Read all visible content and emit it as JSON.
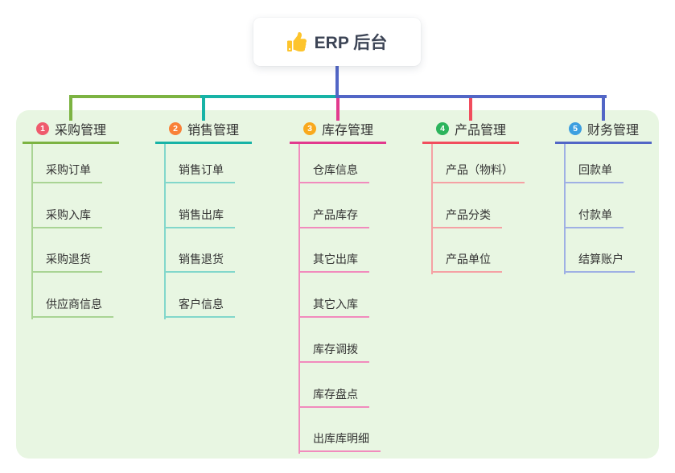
{
  "root": {
    "icon": "thumbs-up-icon",
    "title": "ERP 后台"
  },
  "panel_color": "#e8f6e2",
  "connector": {
    "stem_color": "#5266c6"
  },
  "branches": [
    {
      "num": "1",
      "label": "采购管理",
      "badge_color": "#ef5b6d",
      "line_color": "#7cb342",
      "light_color": "#a9d494",
      "children": [
        "采购订单",
        "采购入库",
        "采购退货",
        "供应商信息"
      ]
    },
    {
      "num": "2",
      "label": "销售管理",
      "badge_color": "#f98138",
      "line_color": "#17b3a6",
      "light_color": "#82d7cb",
      "children": [
        "销售订单",
        "销售出库",
        "销售退货",
        "客户信息"
      ]
    },
    {
      "num": "3",
      "label": "库存管理",
      "badge_color": "#f9a91d",
      "line_color": "#e23a8e",
      "light_color": "#f18bbd",
      "children": [
        "仓库信息",
        "产品库存",
        "其它出库",
        "其它入库",
        "库存调拨",
        "库存盘点",
        "出库库明细"
      ]
    },
    {
      "num": "4",
      "label": "产品管理",
      "badge_color": "#2cb45c",
      "line_color": "#f14d5d",
      "light_color": "#f5a1a4",
      "children": [
        "产品（物料）",
        "产品分类",
        "产品单位"
      ]
    },
    {
      "num": "5",
      "label": "财务管理",
      "badge_color": "#3d9fe0",
      "line_color": "#5266c6",
      "light_color": "#9fb0e4",
      "children": [
        "回款单",
        "付款单",
        "结算账户"
      ]
    }
  ]
}
